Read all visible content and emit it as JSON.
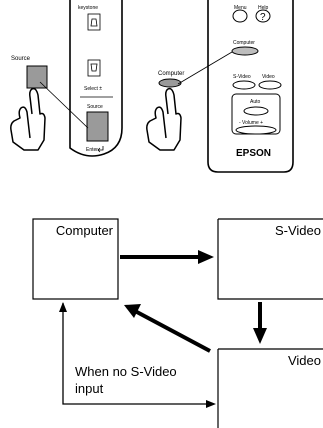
{
  "projector_panel": {
    "keystone_label": "keystone",
    "select_label": "Select ±",
    "source_button_label": "Source",
    "enter_label": "Enter",
    "source_callout": "Source"
  },
  "remote_control": {
    "menu_label": "Menu",
    "help_label": "Help",
    "help_symbol": "?",
    "computer_button_label": "Computer",
    "svideo_button_label": "S-Video",
    "video_button_label": "Video",
    "auto_label": "Auto",
    "volume_label": "- Volume +",
    "brand": "EPSON",
    "computer_callout": "Computer"
  },
  "flow_diagram": {
    "computer_box": "Computer",
    "svideo_box": "S-Video",
    "video_box": "Video",
    "no_svideo_note_line1": "When no S-Video",
    "no_svideo_note_line2": "input"
  }
}
